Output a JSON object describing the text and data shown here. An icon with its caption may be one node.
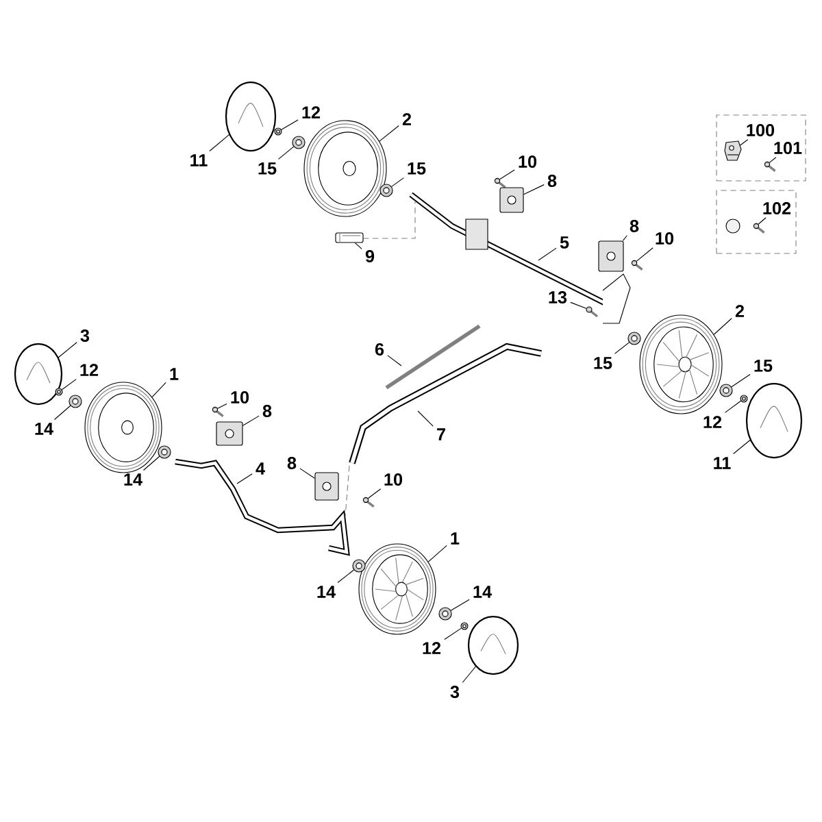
{
  "diagram": {
    "nodes": [
      {
        "text": [
          "12"
        ]
      },
      {
        "text": [
          "2"
        ]
      },
      {
        "text": [],
        "shape": "box"
      },
      {
        "text": [
          "100"
        ],
        "in": 2
      },
      {
        "text": [
          "101"
        ],
        "in": 2
      },
      {
        "text": [
          "11"
        ]
      },
      {
        "text": [
          "10"
        ]
      },
      {
        "text": [
          "15"
        ]
      },
      {
        "text": [
          "15"
        ]
      },
      {
        "text": [
          "8"
        ]
      },
      {
        "text": [],
        "shape": "box"
      },
      {
        "text": [
          "102"
        ],
        "in": 10
      },
      {
        "text": [
          "8"
        ]
      },
      {
        "text": [
          "10"
        ]
      },
      {
        "text": [
          "5"
        ]
      },
      {
        "text": [
          "9"
        ]
      },
      {
        "text": [
          "13"
        ]
      },
      {
        "text": [
          "2"
        ]
      },
      {
        "text": [
          "3"
        ]
      },
      {
        "text": [
          "6"
        ]
      },
      {
        "text": [
          "15"
        ]
      },
      {
        "text": [
          "15"
        ]
      },
      {
        "text": [
          "12"
        ]
      },
      {
        "text": [
          "1"
        ]
      },
      {
        "text": [
          "10"
        ]
      },
      {
        "text": [
          "8"
        ]
      },
      {
        "text": [
          "12"
        ]
      },
      {
        "text": [
          "14"
        ]
      },
      {
        "text": [
          "7"
        ]
      },
      {
        "text": [
          "11"
        ]
      },
      {
        "text": [
          "8"
        ]
      },
      {
        "text": [
          "4"
        ]
      },
      {
        "text": [
          "14"
        ]
      },
      {
        "text": [
          "10"
        ]
      },
      {
        "text": [
          "1"
        ]
      },
      {
        "text": [
          "14"
        ]
      },
      {
        "text": [
          "14"
        ]
      },
      {
        "text": [
          "12"
        ]
      },
      {
        "text": [
          "3"
        ]
      },
      {
        "text": [],
        "shape": "picture"
      },
      {
        "text": [],
        "shape": "picture"
      },
      {
        "text": [],
        "shape": "picture",
        "in": 2
      },
      {
        "text": [],
        "shape": "picture",
        "in": 2
      },
      {
        "text": [],
        "shape": "picture"
      },
      {
        "text": [],
        "shape": "picture"
      },
      {
        "text": [],
        "shape": "picture"
      },
      {
        "text": [],
        "shape": "picture"
      },
      {
        "text": [],
        "shape": "picture"
      },
      {
        "text": [],
        "shape": "picture",
        "in": 10
      },
      {
        "text": [],
        "shape": "picture"
      },
      {
        "text": [],
        "shape": "picture"
      },
      {
        "text": [],
        "shape": "picture"
      },
      {
        "text": [],
        "shape": "picture"
      },
      {
        "text": [],
        "shape": "picture"
      },
      {
        "text": [],
        "shape": "picture"
      },
      {
        "text": [],
        "shape": "picture"
      },
      {
        "text": [],
        "shape": "picture"
      },
      {
        "text": [],
        "shape": "picture"
      },
      {
        "text": [],
        "shape": "picture"
      },
      {
        "text": [],
        "shape": "picture"
      },
      {
        "text": [],
        "shape": "picture"
      },
      {
        "text": [],
        "shape": "picture"
      },
      {
        "text": [],
        "shape": "picture"
      },
      {
        "text": [],
        "shape": "picture"
      },
      {
        "text": [],
        "shape": "picture"
      },
      {
        "text": [],
        "shape": "picture"
      },
      {
        "text": [],
        "shape": "picture"
      },
      {
        "text": [],
        "shape": "picture"
      },
      {
        "text": [],
        "shape": "picture"
      },
      {
        "text": [],
        "shape": "picture"
      },
      {
        "text": [],
        "shape": "picture"
      },
      {
        "text": [],
        "shape": "picture"
      }
    ],
    "edges": [
      {
        "from": 0,
        "to": 39,
        "arrow": "none"
      },
      {
        "from": 1,
        "to": 40,
        "arrow": "none"
      },
      {
        "from": 3,
        "to": 41,
        "arrow": "none"
      },
      {
        "from": 4,
        "to": 42,
        "arrow": "none"
      },
      {
        "from": 5,
        "to": 43,
        "arrow": "none"
      },
      {
        "from": 6,
        "to": 44,
        "arrow": "none"
      },
      {
        "from": 7,
        "to": 45,
        "arrow": "none"
      },
      {
        "from": 8,
        "to": 46,
        "arrow": "none"
      },
      {
        "from": 9,
        "to": 47,
        "arrow": "none"
      },
      {
        "from": 11,
        "to": 48,
        "arrow": "none"
      },
      {
        "from": 12,
        "to": 49,
        "arrow": "none"
      },
      {
        "from": 13,
        "to": 50,
        "arrow": "none"
      },
      {
        "from": 14,
        "to": null,
        "arrow": "none"
      },
      {
        "from": 15,
        "to": 51,
        "arrow": "none"
      },
      {
        "from": 16,
        "to": 52,
        "arrow": "none"
      },
      {
        "from": 17,
        "to": 53,
        "arrow": "none"
      },
      {
        "from": 18,
        "to": 54,
        "arrow": "none"
      },
      {
        "from": 19,
        "to": null,
        "arrow": "none"
      },
      {
        "from": 20,
        "to": 55,
        "arrow": "none"
      },
      {
        "from": 21,
        "to": 56,
        "arrow": "none"
      },
      {
        "from": 22,
        "to": 57,
        "arrow": "none"
      },
      {
        "from": 23,
        "to": 58,
        "arrow": "none"
      },
      {
        "from": 24,
        "to": 59,
        "arrow": "none"
      },
      {
        "from": 25,
        "to": 60,
        "arrow": "none"
      },
      {
        "from": 26,
        "to": 61,
        "arrow": "none"
      },
      {
        "from": 27,
        "to": 62,
        "arrow": "none"
      },
      {
        "from": 28,
        "to": null,
        "arrow": "none"
      },
      {
        "from": 29,
        "to": 63,
        "arrow": "none"
      },
      {
        "from": 30,
        "to": 64,
        "arrow": "none"
      },
      {
        "from": 31,
        "to": null,
        "arrow": "none"
      },
      {
        "from": 32,
        "to": 65,
        "arrow": "none"
      },
      {
        "from": 33,
        "to": 66,
        "arrow": "none"
      },
      {
        "from": 34,
        "to": 67,
        "arrow": "none"
      },
      {
        "from": 35,
        "to": 68,
        "arrow": "none"
      },
      {
        "from": 36,
        "to": 69,
        "arrow": "none"
      },
      {
        "from": 37,
        "to": 70,
        "arrow": "none"
      },
      {
        "from": 38,
        "to": 71,
        "arrow": "none"
      }
    ]
  }
}
